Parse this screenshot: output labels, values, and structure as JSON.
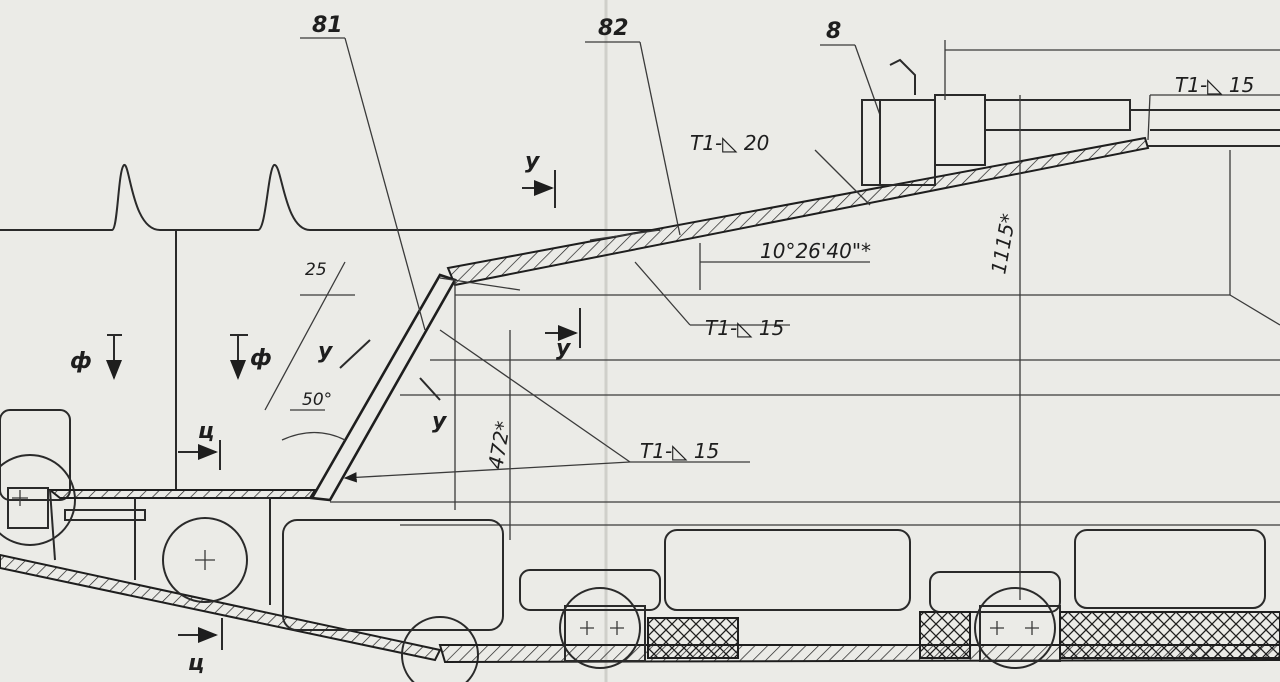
{
  "drawing": {
    "part_numbers": [
      "81",
      "82",
      "8"
    ],
    "angle_main": "10°26'40\"*",
    "angle_small": "50°",
    "angle_top": "25",
    "dim_height": "472*",
    "dim_height_right": "1115*",
    "weld_marks": [
      "T1-◺ 20",
      "T1-◺ 15",
      "T1-◺ 15",
      "T1-◺ 15"
    ],
    "section_marks": [
      "у",
      "у",
      "у",
      "у",
      "ф",
      "ф",
      "ц",
      "ц"
    ]
  },
  "colors": {
    "paper": "#ebebe7",
    "ink": "#1e1e1e"
  }
}
